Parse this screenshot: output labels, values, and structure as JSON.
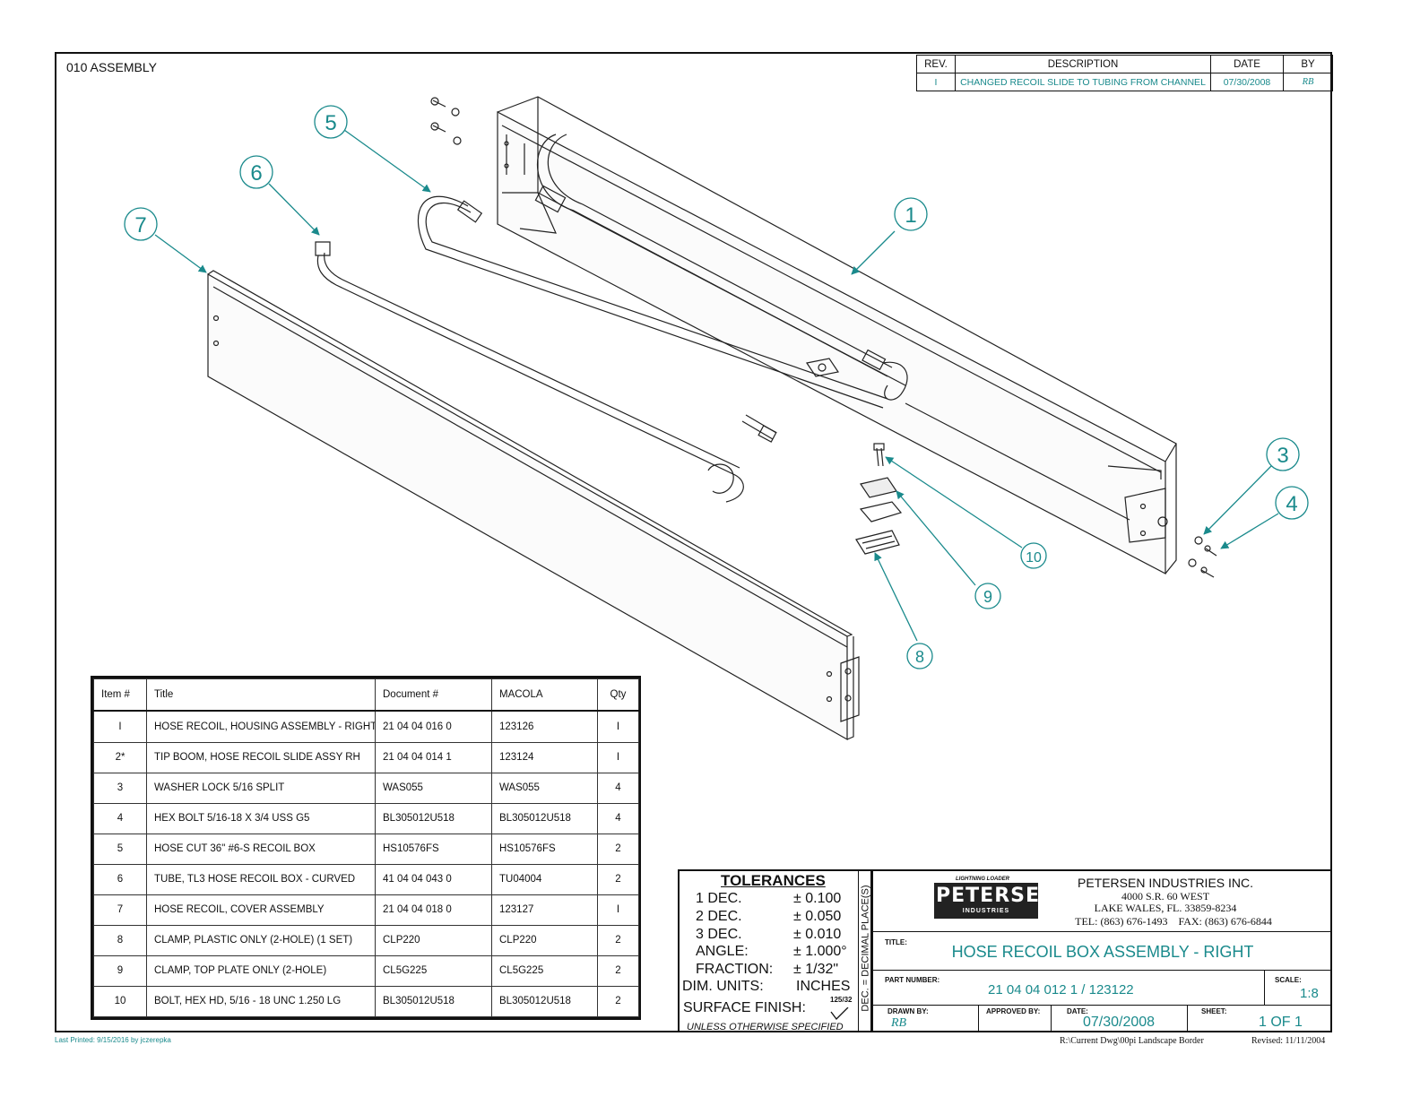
{
  "assembly_label": "010  ASSEMBLY",
  "revision": {
    "headers": [
      "REV.",
      "DESCRIPTION",
      "DATE",
      "BY"
    ],
    "rows": [
      [
        "I",
        "CHANGED RECOIL SLIDE TO TUBING FROM CHANNEL",
        "07/30/2008",
        "RB"
      ]
    ]
  },
  "balloons": [
    "1",
    "3",
    "4",
    "5",
    "6",
    "7",
    "8",
    "9",
    "10"
  ],
  "bom": {
    "headers": [
      "Item #",
      "Title",
      "Document #",
      "MACOLA",
      "Qty"
    ],
    "rows": [
      [
        "I",
        "HOSE RECOIL, HOUSING ASSEMBLY - RIGHT",
        "21 04 04 016 0",
        "123126",
        "I"
      ],
      [
        "2*",
        "TIP BOOM, HOSE RECOIL SLIDE ASSY RH",
        "21 04 04 014 1",
        "123124",
        "I"
      ],
      [
        "3",
        "WASHER LOCK 5/16 SPLIT",
        "WAS055",
        "WAS055",
        "4"
      ],
      [
        "4",
        "HEX BOLT 5/16-18 X 3/4 USS G5",
        "BL305012U518",
        "BL305012U518",
        "4"
      ],
      [
        "5",
        "HOSE CUT 36\" #6-S RECOIL BOX",
        "HS10576FS",
        "HS10576FS",
        "2"
      ],
      [
        "6",
        "TUBE, TL3 HOSE RECOIL BOX - CURVED",
        "41 04 04 043 0",
        "TU04004",
        "2"
      ],
      [
        "7",
        "HOSE RECOIL, COVER ASSEMBLY",
        "21 04 04 018 0",
        "123127",
        "I"
      ],
      [
        "8",
        "CLAMP, PLASTIC ONLY (2-HOLE) (1 SET)",
        "CLP220",
        "CLP220",
        "2"
      ],
      [
        "9",
        "CLAMP, TOP PLATE ONLY (2-HOLE)",
        "CL5G225",
        "CL5G225",
        "2"
      ],
      [
        "10",
        " BOLT, HEX HD, 5/16 - 18 UNC 1.250 LG",
        " BL305012U518",
        " BL305012U518",
        "2"
      ]
    ]
  },
  "tolerances": {
    "title": "TOLERANCES",
    "rows": [
      {
        "label": "1 DEC.",
        "value": "± 0.100"
      },
      {
        "label": "2 DEC.",
        "value": "± 0.050"
      },
      {
        "label": "3 DEC.",
        "value": "± 0.010"
      },
      {
        "label": "ANGLE:",
        "value": "± 1.000°"
      },
      {
        "label": "FRACTION:",
        "value": "± 1/32\""
      }
    ],
    "dim_units_label": "DIM. UNITS:",
    "dim_units_value": "INCHES",
    "surface_finish_label": "SURFACE FINISH:",
    "surface_finish_value": "125/32",
    "unless": "UNLESS OTHERWISE SPECIFIED",
    "dec_note": "DEC. = DECIMAL PLACE(S)"
  },
  "title_block": {
    "logo_top": "LIGHTNING LOADER",
    "logo_main": "PETERSEN",
    "logo_sub": "INDUSTRIES",
    "company": "PETERSEN INDUSTRIES INC.",
    "address1": "4000 S.R. 60 WEST",
    "address2": "LAKE WALES, FL. 33859-8234",
    "phone": "TEL: (863) 676-1493    FAX: (863) 676-6844",
    "title_label": "TITLE:",
    "title": "HOSE RECOIL BOX ASSEMBLY - RIGHT",
    "part_label": "PART NUMBER:",
    "part_number": "21 04 04 012 1 / 123122",
    "scale_label": "SCALE:",
    "scale": "1:8",
    "drawn_label": "DRAWN BY:",
    "drawn_by": "RB",
    "approved_label": "APPROVED BY:",
    "date_label": "DATE:",
    "date": "07/30/2008",
    "sheet_label": "SHEET:",
    "sheet": "1 OF 1"
  },
  "footer": {
    "printed": "Last Printed: 9/15/2016 by jczerepka",
    "path": "R:\\Current Dwg\\00pi Landscape Border",
    "revised": "Revised: 11/11/2004"
  },
  "colors": {
    "accent": "#1a8a8c",
    "line": "#111111"
  }
}
